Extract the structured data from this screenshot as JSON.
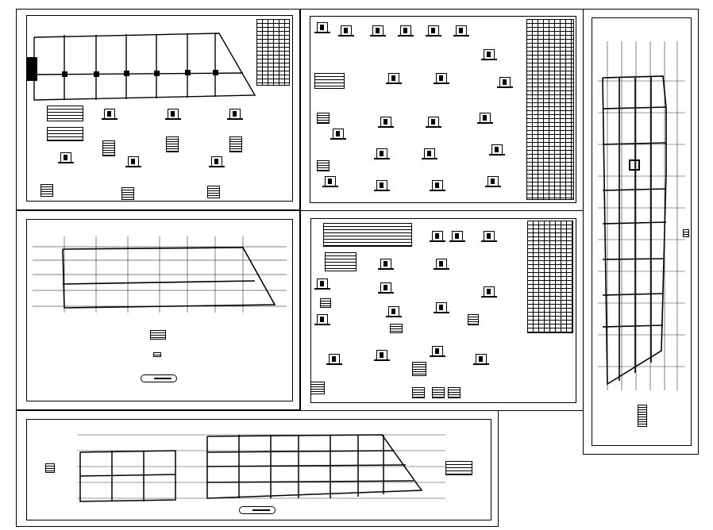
{
  "drawing_set": {
    "sheets": [
      {
        "id": "sheet-1",
        "content": "foundation-plan-with-details"
      },
      {
        "id": "sheet-2",
        "content": "column-detail-sections"
      },
      {
        "id": "sheet-3",
        "content": "grid-structural-plan"
      },
      {
        "id": "sheet-4",
        "content": "footing-details"
      },
      {
        "id": "sheet-5",
        "content": "tall-floor-plan"
      },
      {
        "id": "sheet-6",
        "content": "long-floor-plan"
      }
    ]
  }
}
